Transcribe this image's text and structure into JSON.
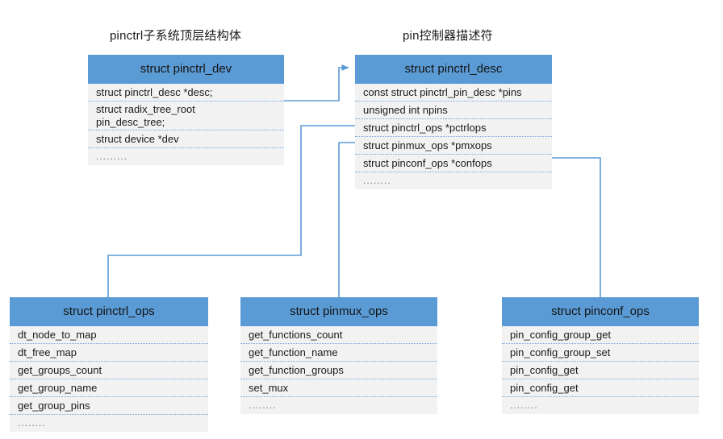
{
  "diagram": {
    "title": "pinctrl subsystem structure relationship diagram",
    "accent_color": "#5B9BD5",
    "row_background": "#F2F2F2",
    "separator_color": "#6FA8DC",
    "captions": [
      {
        "id": "caption-pinctrl-dev",
        "text": "pinctrl子系统顶层结构体"
      },
      {
        "id": "caption-pinctrl-desc",
        "text": "pin控制器描述符"
      }
    ],
    "boxes": [
      {
        "id": "pinctrl-dev",
        "header": "struct pinctrl_dev",
        "rows": [
          "struct pinctrl_desc *desc;",
          "struct radix_tree_root\npin_desc_tree;",
          "struct device *dev",
          "........."
        ]
      },
      {
        "id": "pinctrl-desc",
        "header": "struct pinctrl_desc",
        "rows": [
          "const struct pinctrl_pin_desc *pins",
          "unsigned int npins",
          "struct pinctrl_ops *pctrlops",
          "struct pinmux_ops *pmxops",
          "struct pinconf_ops *confops",
          "........"
        ]
      },
      {
        "id": "pinctrl-ops",
        "header": "struct pinctrl_ops",
        "rows": [
          "dt_node_to_map",
          "dt_free_map",
          "get_groups_count",
          "get_group_name",
          "get_group_pins",
          "........"
        ]
      },
      {
        "id": "pinmux-ops",
        "header": "struct pinmux_ops",
        "rows": [
          "get_functions_count",
          "get_function_name",
          "get_function_groups",
          "set_mux",
          "........"
        ]
      },
      {
        "id": "pinconf-ops",
        "header": "struct pinconf_ops",
        "rows": [
          "pin_config_group_get",
          "pin_config_group_set",
          "pin_config_get",
          "pin_config_get",
          "........"
        ]
      }
    ],
    "connectors": [
      {
        "id": "dev-desc-arrow",
        "from": "pinctrl_dev.desc",
        "to": "pinctrl_desc",
        "arrow": true
      },
      {
        "id": "pctrlops-link",
        "from": "pinctrl_desc.pctrlops",
        "to": "pinctrl_ops",
        "arrow": false
      },
      {
        "id": "pmxops-link",
        "from": "pinctrl_desc.pmxops",
        "to": "pinmux_ops",
        "arrow": false
      },
      {
        "id": "confops-link",
        "from": "pinctrl_desc.confops",
        "to": "pinconf_ops",
        "arrow": false
      }
    ]
  }
}
